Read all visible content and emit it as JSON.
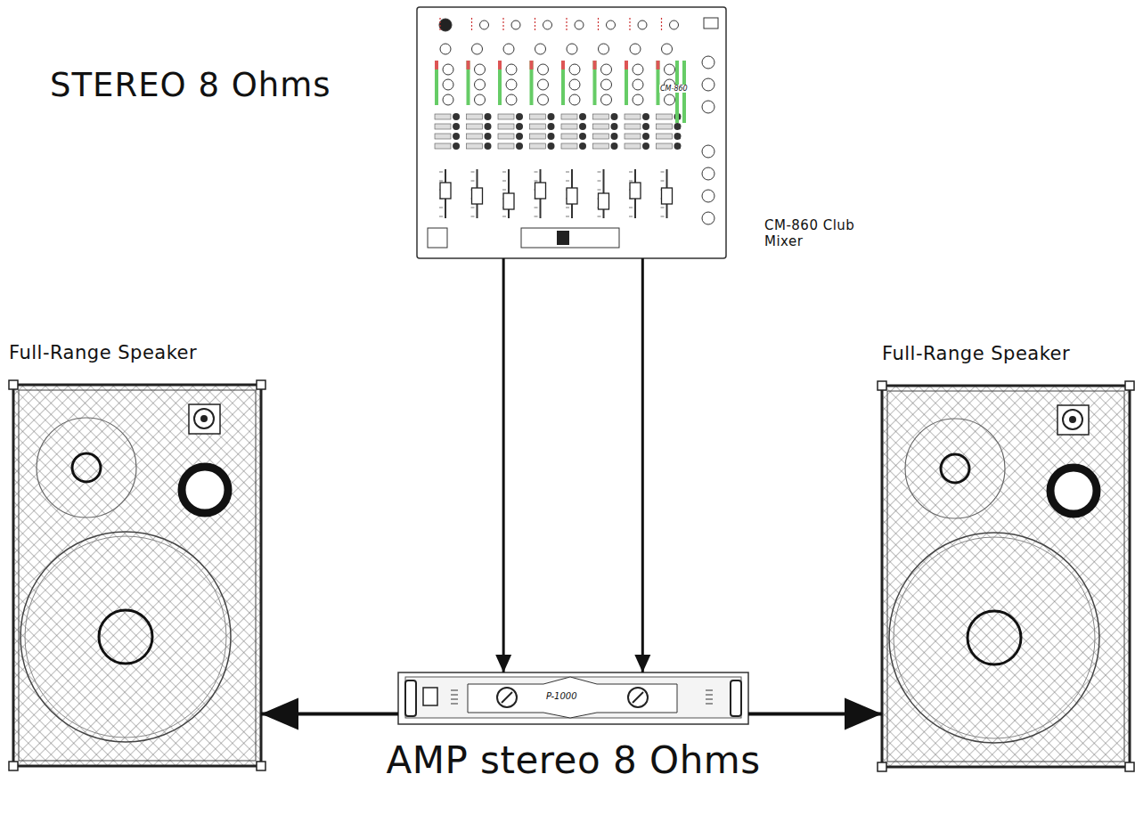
{
  "diagram": {
    "title": "STEREO 8 Ohms",
    "nodes": [
      {
        "text": [
          "CM-860 Club Mixer"
        ]
      },
      {
        "text": [
          "Full-Range Speaker"
        ]
      },
      {
        "text": [
          "Full-Range Speaker"
        ]
      },
      {
        "text": [
          "AMP stereo 8 Ohms"
        ]
      }
    ],
    "edges": [
      {
        "from": 0,
        "to": 3,
        "arrow": "to"
      },
      {
        "from": 0,
        "to": 3,
        "arrow": "to"
      },
      {
        "from": 3,
        "to": 1,
        "arrow": "to"
      },
      {
        "from": 3,
        "to": 2,
        "arrow": "to"
      }
    ],
    "labels": [
      "P-1000",
      "CM-860"
    ]
  }
}
